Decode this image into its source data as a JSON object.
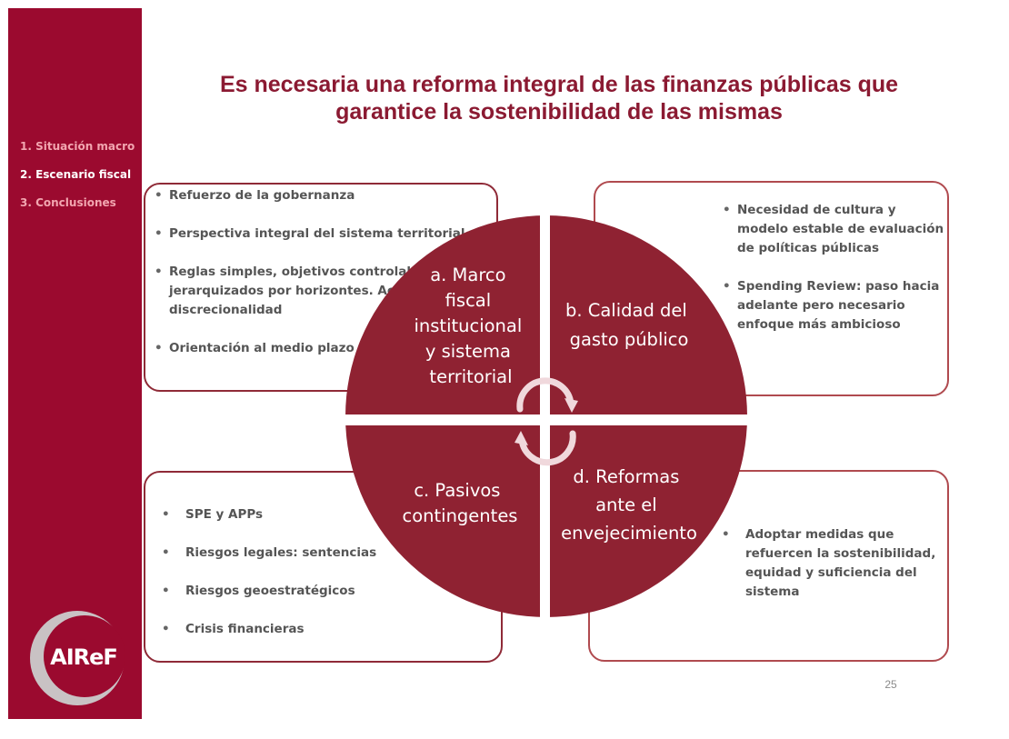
{
  "slide": {
    "title_line1": "Es necesaria una reforma integral de las finanzas públicas que",
    "title_line2": "garantice la sostenibilidad de las mismas",
    "page_number": "25"
  },
  "sidebar": {
    "nav": [
      {
        "label": "1. Situación macro",
        "active": false
      },
      {
        "label": "2. Escenario fiscal",
        "active": true
      },
      {
        "label": "3. Conclusiones",
        "active": false
      }
    ],
    "logo_text": "AIReF"
  },
  "diagram": {
    "quadrants": [
      {
        "id": "a",
        "lines": [
          "a. Marco",
          "fiscal",
          "institucional",
          "y sistema",
          "territorial"
        ]
      },
      {
        "id": "b",
        "lines": [
          "b. Calidad del",
          "gasto público"
        ]
      },
      {
        "id": "c",
        "lines": [
          "c. Pasivos",
          "contingentes"
        ]
      },
      {
        "id": "d",
        "lines": [
          "d. Reformas",
          "ante el",
          "envejecimiento"
        ]
      }
    ]
  },
  "boxes": {
    "a": {
      "items": [
        "Refuerzo de la gobernanza",
        "Perspectiva integral del sistema territorial",
        "Reglas simples, objetivos controlables y jerarquizados por horizontes. Acotar la discrecionalidad",
        "Orientación al medio plazo"
      ]
    },
    "b": {
      "items": [
        "Necesidad de cultura y modelo estable de evaluación de políticas públicas",
        "Spending Review: paso hacia adelante pero necesario enfoque más ambicioso"
      ]
    },
    "c": {
      "items": [
        "SPE y APPs",
        "Riesgos legales: sentencias",
        "Riesgos geoestratégicos",
        "Crisis financieras"
      ]
    },
    "d": {
      "items": [
        "Adoptar medidas que refuercen la sostenibilidad, equidad y suficiencia del sistema"
      ]
    }
  },
  "colors": {
    "brand": "#9b0a2f",
    "quadrant": "#8f2232",
    "title": "#8b1a32",
    "box_border": "#b04a4f"
  }
}
